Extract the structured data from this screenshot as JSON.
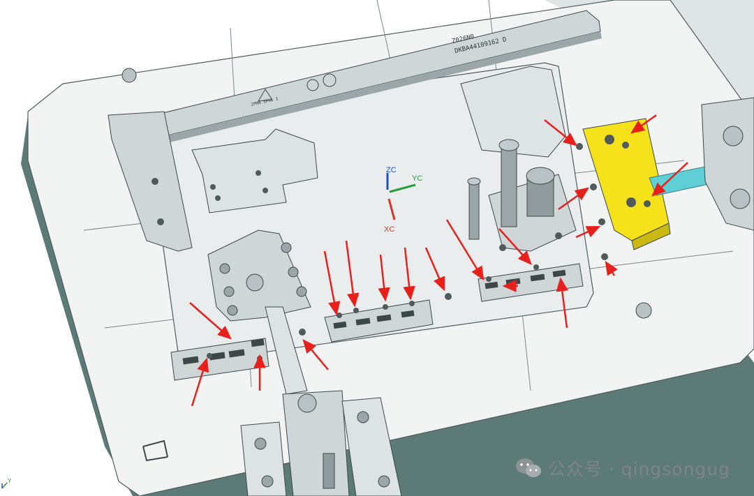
{
  "part_labels": {
    "code_line1": "Z026N0",
    "code_line2": "DKBA44109162 D",
    "small_mark": "2PMA 5PXL 1"
  },
  "axis_labels": {
    "zc": "ZC",
    "yc": "YC",
    "xc": "XC",
    "y_small": "Y"
  },
  "watermark": {
    "text": "公众号 · qingsongug",
    "icon": "wechat-icon"
  },
  "colors": {
    "plate": "#f2f4f4",
    "plate_side": "#5c7a76",
    "insert": "#cfd6d8",
    "highlight": "#f5e21b",
    "arrow": "#e8201c",
    "blue_strip": "#5fcfd6"
  }
}
